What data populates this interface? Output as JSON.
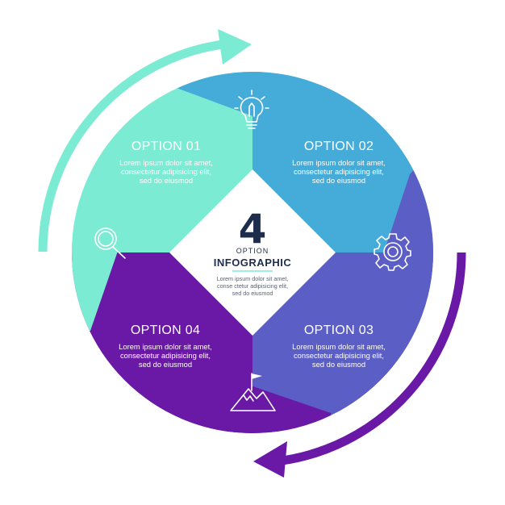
{
  "colors": {
    "teal": "#7CEBD3",
    "sky": "#45ACD9",
    "slate_blue": "#5B5EC4",
    "purple": "#6A18A6",
    "center": "#ffffff",
    "dark_text": "#1f2d4d"
  },
  "center": {
    "number": "4",
    "subtitle": "OPTION",
    "title": "INFOGRAPHIC",
    "body": [
      "Lorem ipsum dolor sit amet,",
      "conse ctetur adipisicing elit,",
      "sed do eiusmod"
    ]
  },
  "options": [
    {
      "title": "OPTION 01",
      "color": "#7CEBD3",
      "icon": "magnifier-icon",
      "body": [
        "Lorem ipsum dolor sit amet,",
        "consectetur adipisicing elit,",
        "sed do eiusmod"
      ]
    },
    {
      "title": "OPTION 02",
      "color": "#45ACD9",
      "icon": "lightbulb-icon",
      "body": [
        "Lorem ipsum dolor sit amet,",
        "consectetur adipisicing elit,",
        "sed do eiusmod"
      ]
    },
    {
      "title": "OPTION 03",
      "color": "#5B5EC4",
      "icon": "gear-icon",
      "body": [
        "Lorem ipsum dolor sit amet,",
        "consectetur adipisicing elit,",
        "sed do eiusmod"
      ]
    },
    {
      "title": "OPTION 04",
      "color": "#6A18A6",
      "icon": "mountain-flag-icon",
      "body": [
        "Lorem ipsum dolor sit amet,",
        "consectetur adipisicing elit,",
        "sed do eiusmod"
      ]
    }
  ],
  "arrows": [
    {
      "icon": "curved-arrow-clockwise-icon",
      "color": "#7CEBD3"
    },
    {
      "icon": "curved-arrow-counterclockwise-icon",
      "color": "#6A18A6"
    }
  ]
}
